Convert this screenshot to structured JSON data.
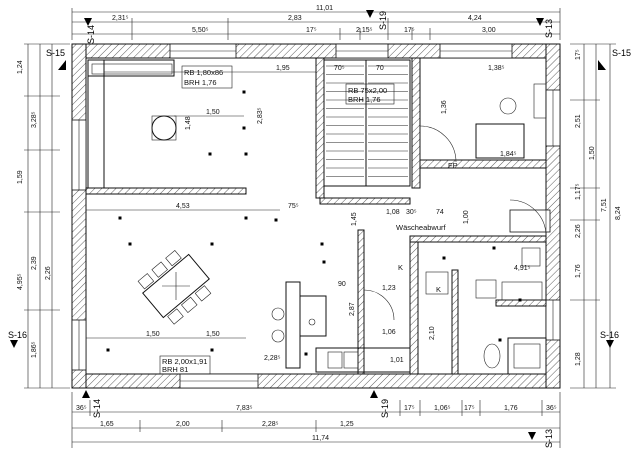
{
  "dimensions": {
    "top_total": "11,01",
    "top_row": [
      "2,31⁵",
      "2,83",
      "4,24"
    ],
    "top_row2": [
      "5,50⁵",
      "17⁵",
      "2,15⁵",
      "17⁵",
      "3,00"
    ],
    "bottom_row1": [
      "36⁵",
      "7,83⁵",
      "17⁵",
      "1,06⁵",
      "17⁵",
      "1,76",
      "36⁵"
    ],
    "bottom_row2": [
      "1,65",
      "2,00",
      "2,28⁵",
      "1,25"
    ],
    "bottom_total": "11,74",
    "left": [
      "1,24",
      "3,28⁵",
      "1,59",
      "2,26",
      "2,39",
      "4,95⁵",
      "1,86⁵"
    ],
    "right": [
      "17⁵",
      "2,51",
      "1,50",
      "1,17⁵",
      "2,26",
      "1,76",
      "1,28",
      "7,51",
      "8,24"
    ],
    "interior": [
      "1,95",
      "70⁵",
      "70",
      "1,38⁵",
      "1,36",
      "1,50",
      "1,48",
      "2,83⁵",
      "4,53",
      "75⁵",
      "1,08",
      "30⁵",
      "74",
      "1,00",
      "90",
      "1,23",
      "1,06",
      "1,50",
      "1,50",
      "2,28⁵",
      "1,01",
      "2,10",
      "1,84⁵",
      "1,45",
      "2,87",
      "4,91⁵"
    ]
  },
  "sections": {
    "s15_left": "S-15",
    "s15_right": "S-15",
    "s16_left": "S-16",
    "s16_right": "S-16",
    "s14_top": "S-14",
    "s14_bottom": "S-14",
    "s19_top": "S-19",
    "s19_bottom": "S-19",
    "s13_top": "S-13",
    "s13_bottom": "S-13"
  },
  "rooms": {
    "window_living_rb": "RB   1,80x86",
    "window_living_brh": "BRH  1,76",
    "window_stairs_rb": "RB   75x2,00",
    "window_stairs_brh": "BRH  1,76",
    "window_dining_rb": "RB   2,00x1,91",
    "window_dining_brh": "BRH  81",
    "waescheabwurf": "Wäscheabwurf",
    "k1": "K",
    "k2": "K",
    "fp": "FP"
  }
}
